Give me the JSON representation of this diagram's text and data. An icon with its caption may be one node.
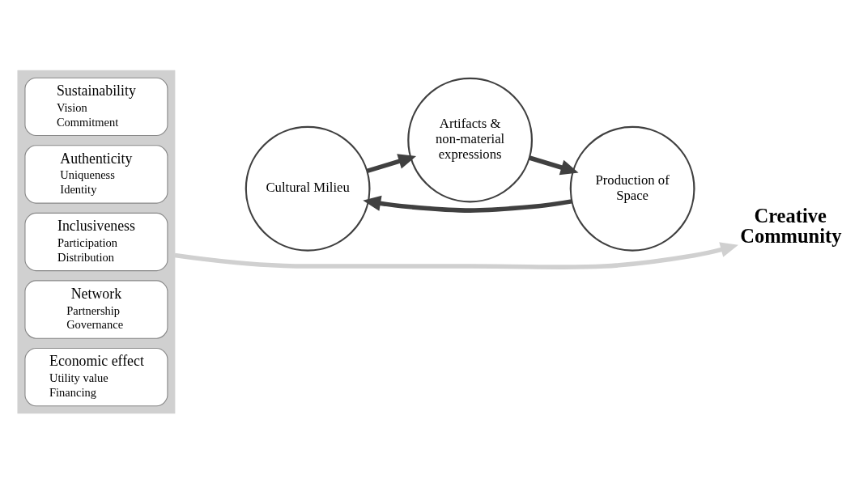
{
  "diagram": {
    "nodes": [
      {
        "text": [],
        "shape": "box"
      },
      {
        "text": [
          "Sustainability",
          "Vision",
          "Commitment"
        ],
        "in": 0
      },
      {
        "text": [
          "Authenticity",
          "Uniqueness",
          "Identity"
        ],
        "in": 0
      },
      {
        "text": [
          "Inclusiveness",
          "Participation",
          "Distribution"
        ],
        "in": 0
      },
      {
        "text": [
          "Network",
          "Partnership",
          "Governance"
        ],
        "in": 0
      },
      {
        "text": [
          "Economic effect",
          "Utility value",
          "Financing"
        ],
        "in": 0
      },
      {
        "text": [
          "Cultural Milieu"
        ]
      },
      {
        "text": [
          "Artifacts & non-material expressions"
        ]
      },
      {
        "text": [
          "Production of Space"
        ]
      },
      {
        "text": [
          "Creative Community"
        ]
      }
    ],
    "edges": [
      {
        "from": 0,
        "to": 9,
        "arrow": "to",
        "color": "#d0d0d0"
      },
      {
        "from": 6,
        "to": 7,
        "arrow": "to"
      },
      {
        "from": 7,
        "to": 8,
        "arrow": "to"
      },
      {
        "from": 8,
        "to": 6,
        "arrow": "to"
      }
    ]
  }
}
